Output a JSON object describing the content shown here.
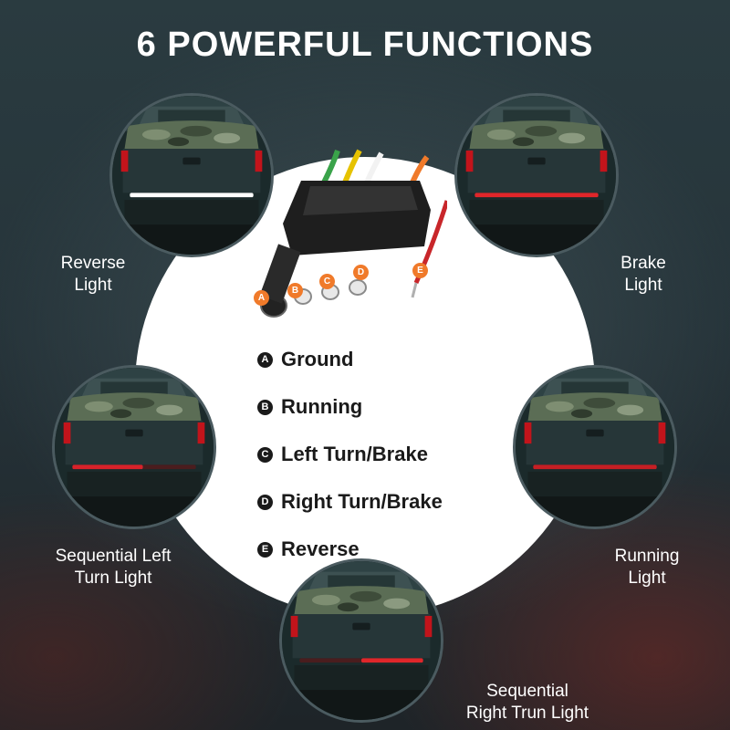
{
  "title": "6 POWERFUL FUNCTIONS",
  "functions": [
    {
      "caption_line1": "Reverse",
      "caption_line2": "Light",
      "bar_color": "#f2f2f2"
    },
    {
      "caption_line1": "Brake",
      "caption_line2": "Light",
      "bar_color": "#e0262a"
    },
    {
      "caption_line1": "Sequential Left",
      "caption_line2": "Turn Light",
      "bar_color": "#d8222a"
    },
    {
      "caption_line1": "Running",
      "caption_line2": "Light",
      "bar_color": "#c61f24"
    },
    {
      "caption_line1": "Sequential",
      "caption_line2": "Right Trun Light",
      "bar_color": "#e0262a"
    }
  ],
  "connector": {
    "pins": [
      {
        "letter": "A",
        "name": "Ground",
        "wire_color": "#ffffff"
      },
      {
        "letter": "B",
        "name": "Running",
        "wire_color": "#3aa34a"
      },
      {
        "letter": "C",
        "name": "Left Turn/Brake",
        "wire_color": "#e6c200"
      },
      {
        "letter": "D",
        "name": "Right Turn/Brake",
        "wire_color": "#f07a2a"
      },
      {
        "letter": "E",
        "name": "Reverse",
        "wire_color": "#c8262a"
      }
    ],
    "label_color": "#f07a2a"
  }
}
